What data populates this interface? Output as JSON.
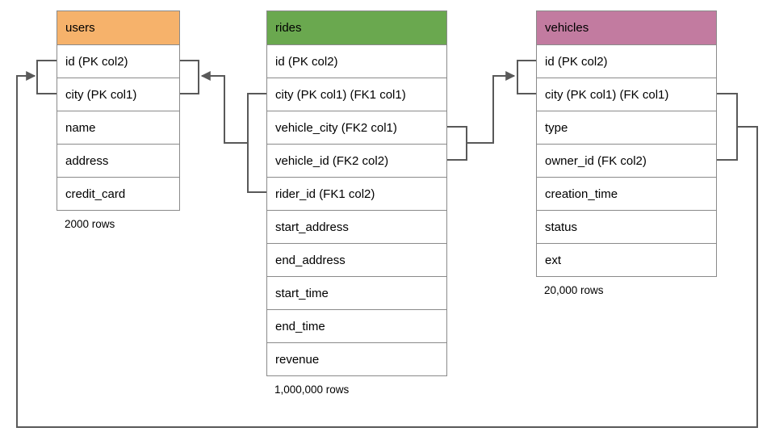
{
  "diagram": {
    "line_color": "#595959",
    "border_color": "#8a8a8a",
    "tables": [
      {
        "name": "users",
        "header_color": "#f6b26b",
        "rows": [
          "id (PK col2)",
          "city (PK col1)",
          "name",
          "address",
          "credit_card"
        ],
        "row_count_label": "2000 rows"
      },
      {
        "name": "rides",
        "header_color": "#6aa84f",
        "rows": [
          "id (PK col2)",
          "city (PK col1) (FK1 col1)",
          "vehicle_city (FK2 col1)",
          "vehicle_id (FK2 col2)",
          "rider_id (FK1 col2)",
          "start_address",
          "end_address",
          "start_time",
          "end_time",
          "revenue"
        ],
        "row_count_label": "1,000,000 rows"
      },
      {
        "name": "vehicles",
        "header_color": "#c27ba0",
        "rows": [
          "id (PK col2)",
          "city (PK col1) (FK col1)",
          "type",
          "owner_id (FK col2)",
          "creation_time",
          "status",
          "ext"
        ],
        "row_count_label": "20,000 rows"
      }
    ],
    "relationships": [
      {
        "name": "rides-to-users",
        "from": "rides (city, rider_id)",
        "to": "users (id, city)"
      },
      {
        "name": "rides-to-vehicles",
        "from": "rides (vehicle_city, vehicle_id)",
        "to": "vehicles (id, city)"
      },
      {
        "name": "vehicles-to-users",
        "from": "vehicles (city, owner_id)",
        "to": "users (id, city)"
      }
    ]
  }
}
